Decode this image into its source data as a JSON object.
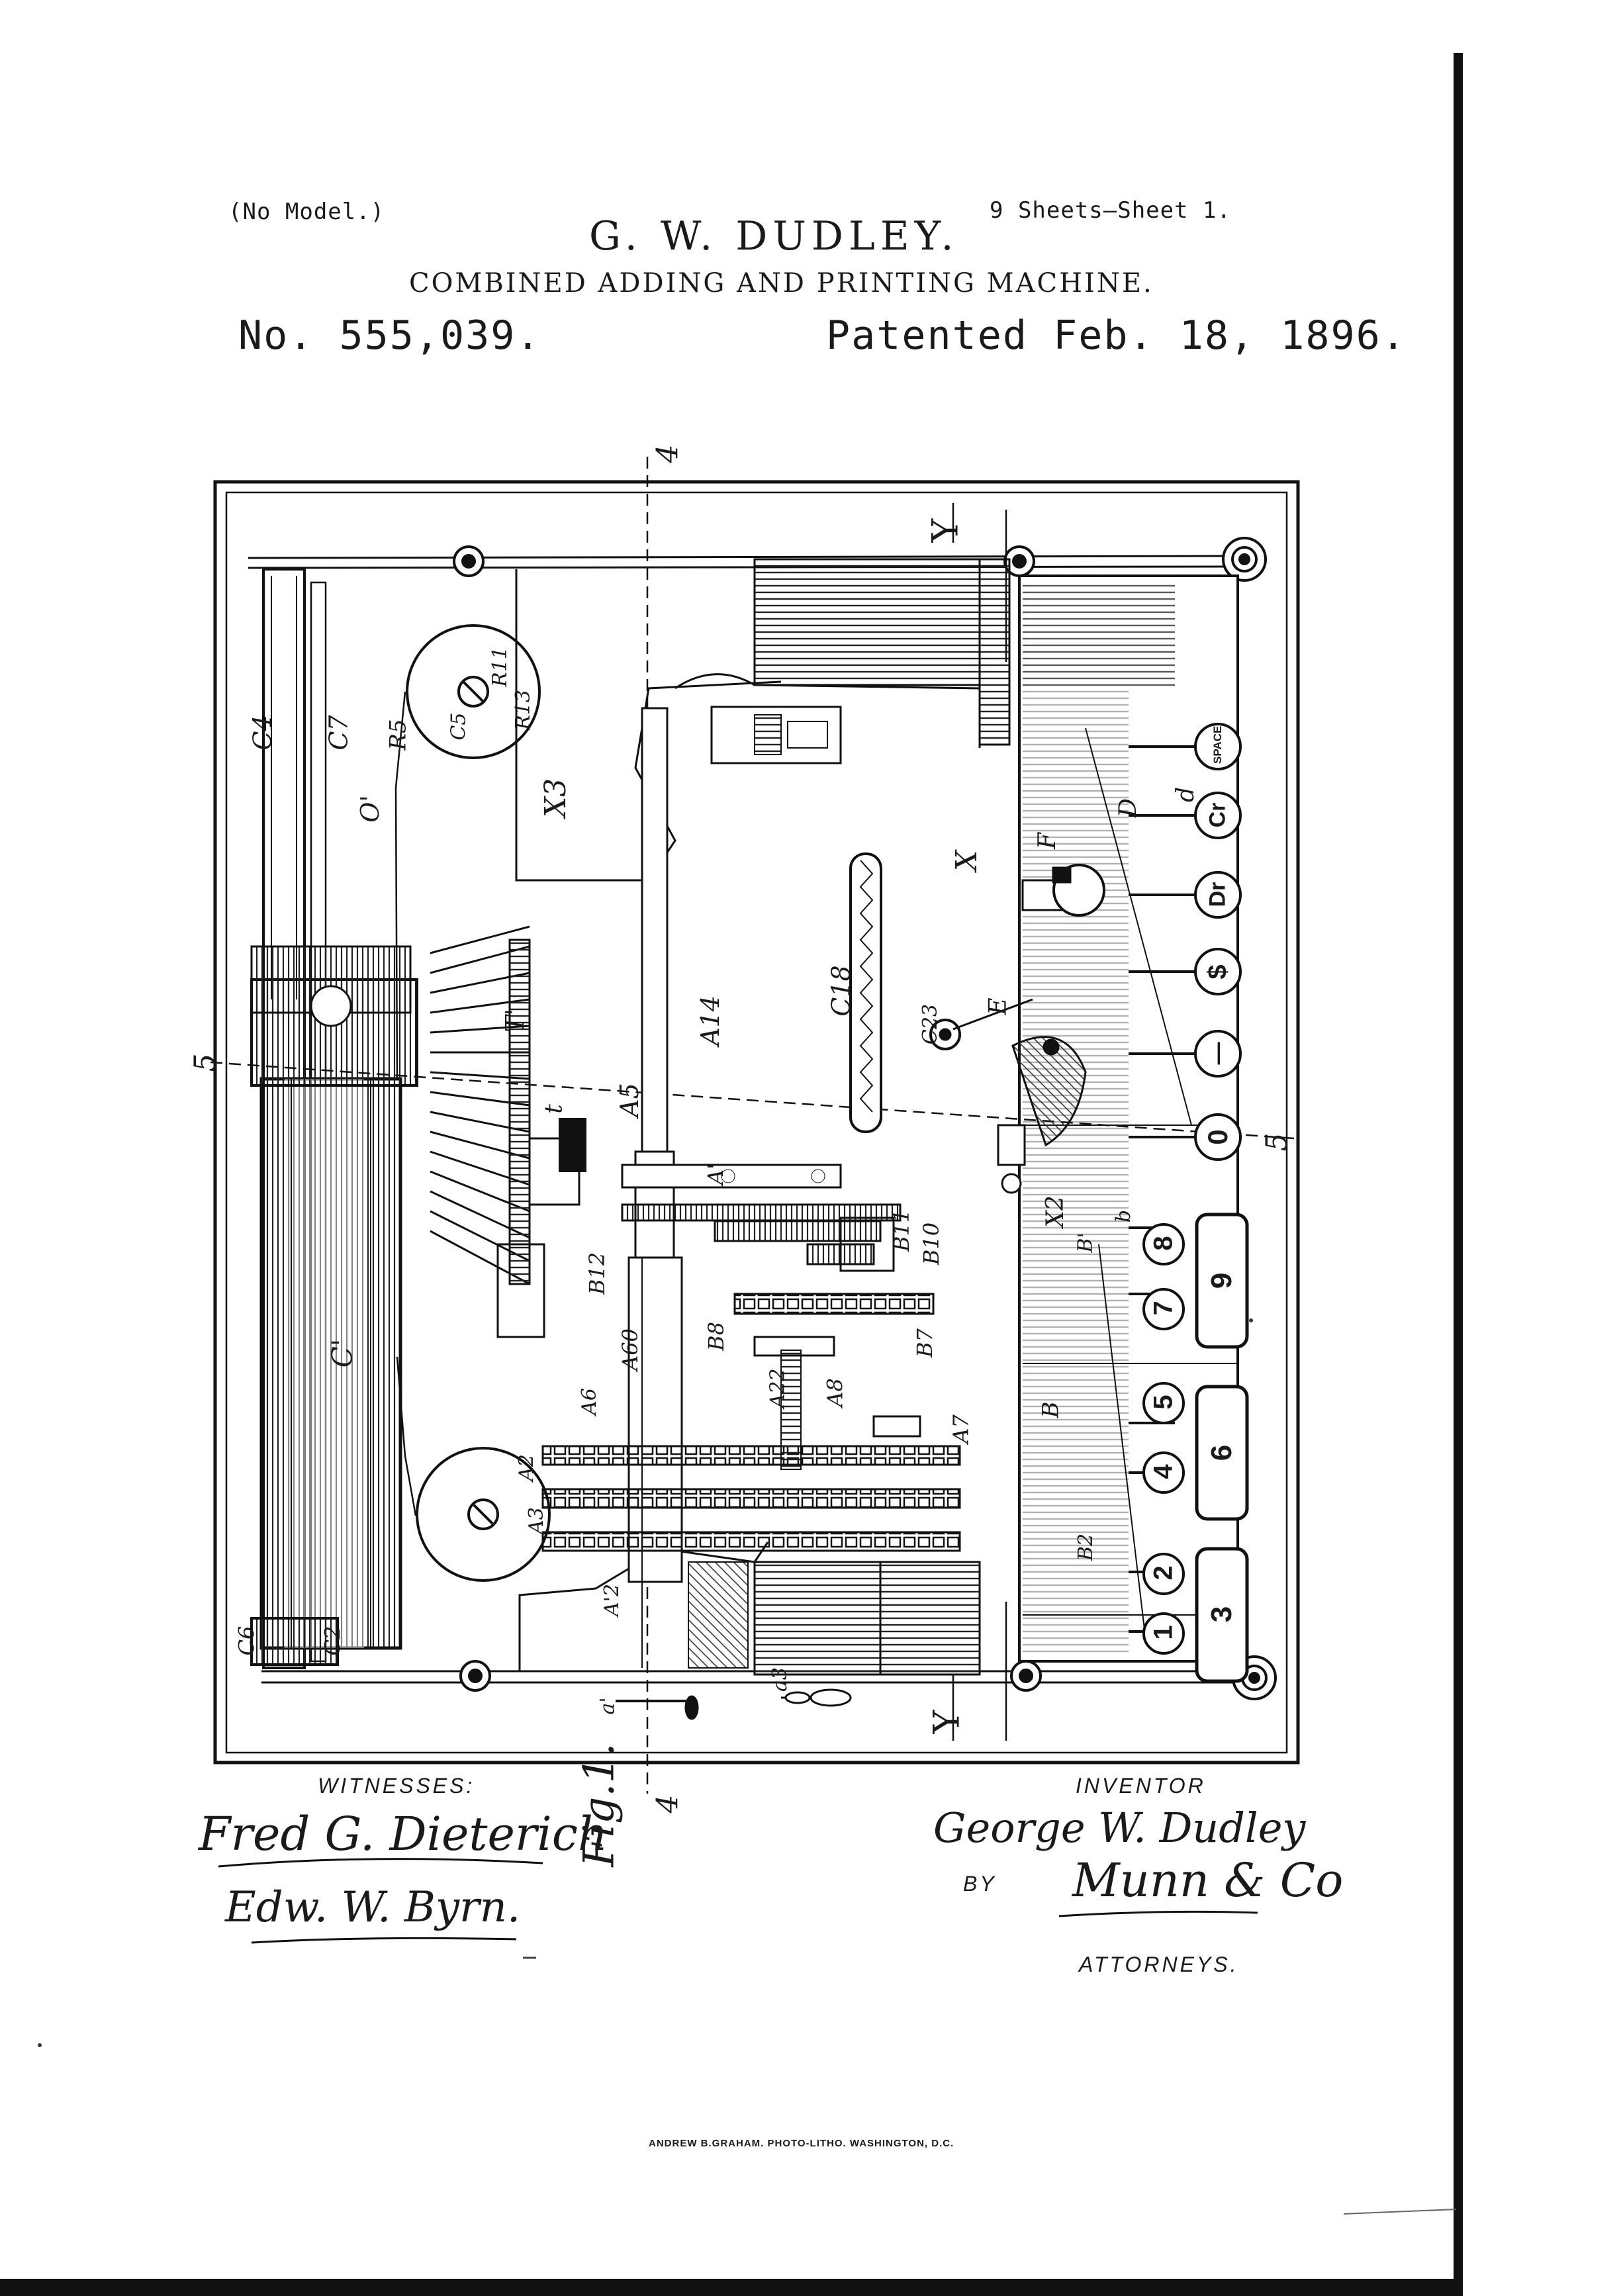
{
  "header": {
    "no_model": "(No Model.)",
    "sheets": "9 Sheets—Sheet 1.",
    "inventor_name": "G. W. DUDLEY.",
    "title": "COMBINED ADDING AND PRINTING MACHINE.",
    "patent_no": "No. 555,039.",
    "patent_date": "Patented Feb. 18, 1896."
  },
  "figure": {
    "label": "Fig.1.",
    "section_marks": {
      "four_top": "4",
      "four_bottom": "4",
      "five_left": "5",
      "five_right": "5",
      "y_top": "Y",
      "y_bottom": "Y"
    },
    "keys_text": [
      "SPACE",
      "Cr",
      "Dr",
      "$",
      "—",
      "0"
    ],
    "keys_digits": [
      "8",
      "7",
      "5",
      "4",
      "2",
      "1"
    ],
    "keys_long": [
      "9",
      "6",
      "3"
    ],
    "labels": [
      "C4",
      "C7",
      "O'",
      "R5",
      "R11",
      "R13",
      "C5",
      "X3",
      "A14",
      "A5",
      "X",
      "C18",
      "C23",
      "F",
      "E",
      "D",
      "d",
      "A'",
      "C'",
      "T'",
      "t",
      "B12",
      "B11",
      "B10",
      "B8",
      "B7",
      "A60",
      "A6",
      "A2",
      "A3",
      "A22",
      "A8",
      "A7",
      "B",
      "B'",
      "B2",
      "b",
      "X2",
      "C6",
      "C2",
      "a'",
      "a3",
      "A'2"
    ]
  },
  "witnesses": {
    "heading": "WITNESSES:",
    "sig1": "Fred G. Dieterich",
    "sig2": "Edw. W. Byrn."
  },
  "inventor": {
    "heading": "INVENTOR",
    "signature": "George W. Dudley",
    "by": "BY",
    "attorney_sig": "Munn & Co",
    "attorneys": "ATTORNEYS."
  },
  "imprint": "ANDREW B.GRAHAM. PHOTO-LITHO. WASHINGTON, D.C."
}
